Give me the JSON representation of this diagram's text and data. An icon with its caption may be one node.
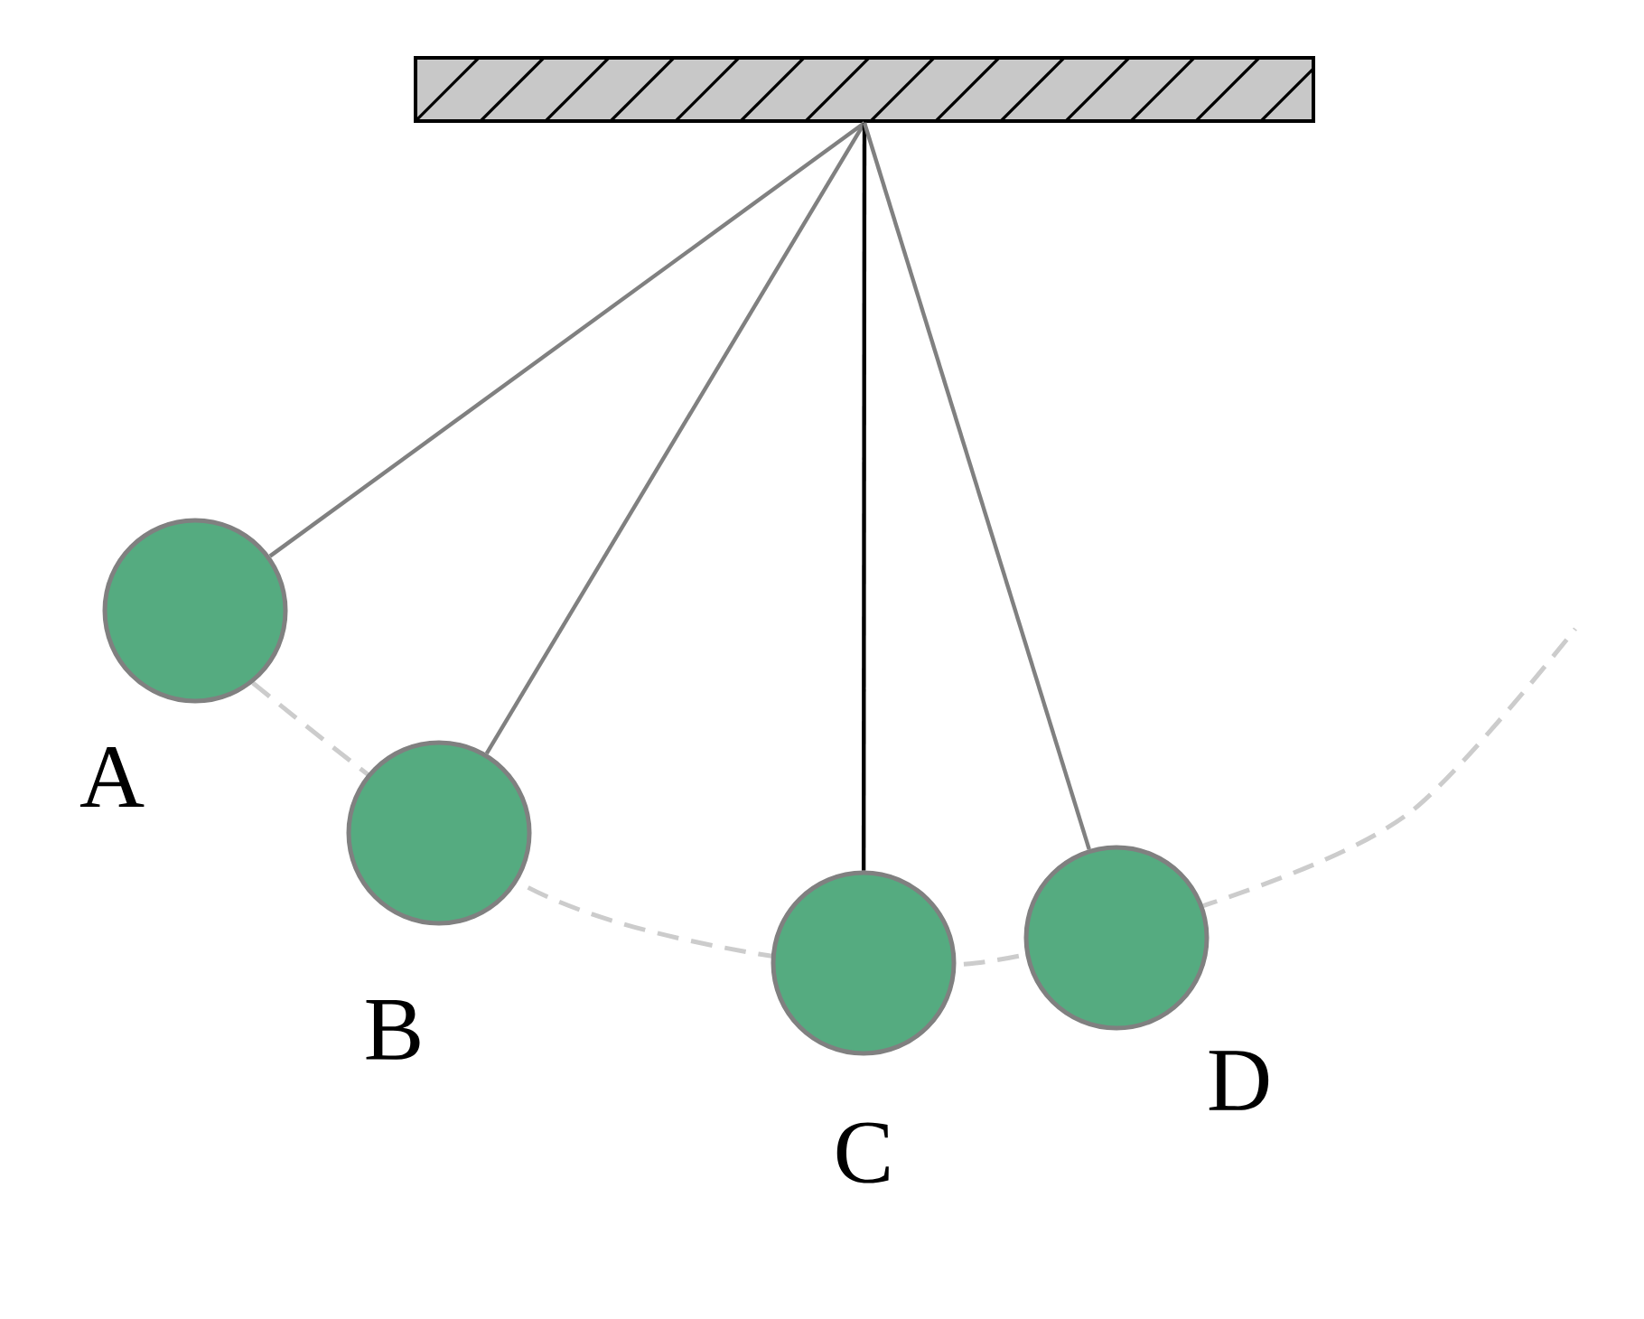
{
  "diagram": {
    "nodes": [
      {
        "text": [],
        "shape": "bar"
      },
      {
        "text": [],
        "shape": "circle",
        "beside": [
          "A"
        ]
      },
      {
        "text": [],
        "shape": "circle",
        "beside": [
          "B"
        ]
      },
      {
        "text": [],
        "shape": "circle",
        "beside": [
          "C"
        ]
      },
      {
        "text": [],
        "shape": "circle",
        "beside": [
          "D"
        ]
      }
    ],
    "edges": [
      {
        "from": 0,
        "to": 1,
        "arrow": "none"
      },
      {
        "from": 0,
        "to": 2,
        "arrow": "none"
      },
      {
        "from": 0,
        "to": 3,
        "arrow": "none",
        "color": "#000000"
      },
      {
        "from": 0,
        "to": 4,
        "arrow": "none"
      }
    ]
  }
}
